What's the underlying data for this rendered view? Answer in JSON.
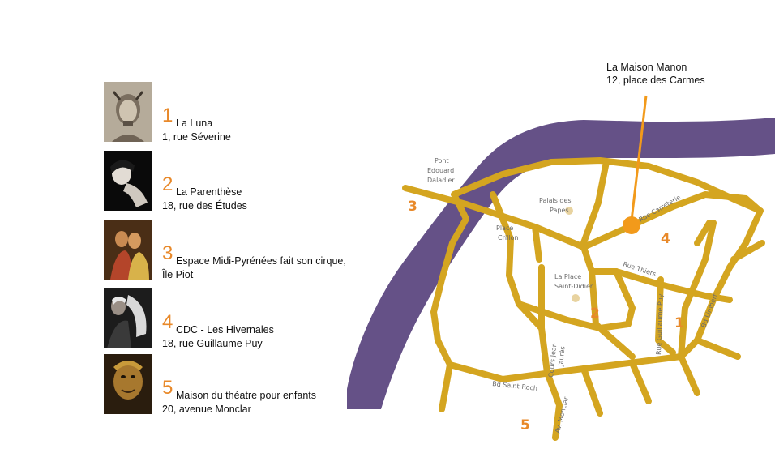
{
  "venues": [
    {
      "number": "1",
      "name": "La Luna",
      "address": "1, rue Séverine",
      "image": "portrait-bearded-man"
    },
    {
      "number": "2",
      "name": "La Parenthèse",
      "address": "18, rue des Études",
      "image": "dark-haired-performer"
    },
    {
      "number": "3",
      "name": "Espace Midi-Pyrénées fait son cirque,",
      "address": "Île Piot",
      "image": "couple-embrace"
    },
    {
      "number": "4",
      "name": "CDC - Les Hivernales",
      "address": "18, rue Guillaume Puy",
      "image": "dancer-white-hair"
    },
    {
      "number": "5",
      "name": "Maison du théatre pour enfants",
      "address": "20, avenue Monclar",
      "image": "puppet-face"
    }
  ],
  "callout": {
    "name": "La Maison Manon",
    "address": "12, place des Carmes"
  },
  "map": {
    "labels": {
      "pont": [
        "Pont",
        "Edouard",
        "Daladier"
      ],
      "palais": [
        "Palais des",
        "Papes"
      ],
      "crillon": [
        "Place",
        "Crillon"
      ],
      "saint_didier": [
        "La Place",
        "Saint-Didier"
      ],
      "carreterie": "Rue Carreterie",
      "thiers": "Rue Thiers",
      "guillaume_puy": "Rue Guillaume Puy",
      "limbert": "Bd Limbert",
      "cours_jean_jaures": [
        "Cours Jean",
        "Jaurès"
      ],
      "saint_roch": "Bd Saint-Roch",
      "monclar": "Av. Monclar"
    },
    "markers": [
      "1",
      "2",
      "3",
      "4",
      "5"
    ],
    "colors": {
      "river": "#655187",
      "roads": "#d4a520",
      "accent": "#e8892a",
      "callout_dot": "#f29a1b"
    }
  }
}
